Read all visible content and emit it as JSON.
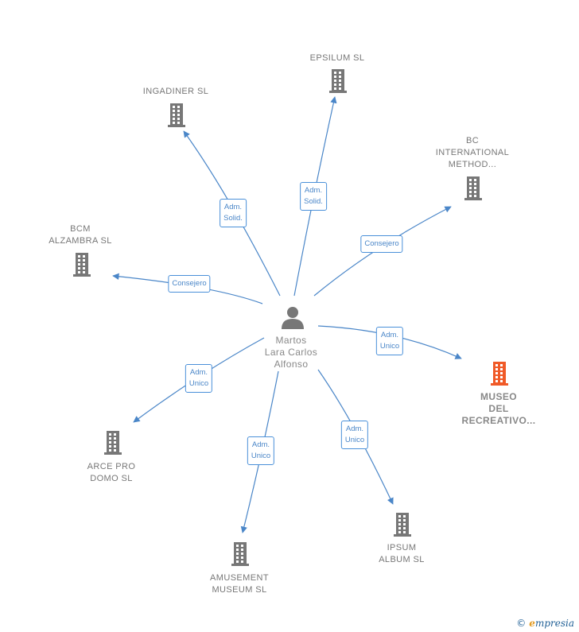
{
  "center": {
    "label": "Martos\nLara Carlos\nAlfonso"
  },
  "companies": [
    {
      "id": "epsilum",
      "label": "EPSILUM  SL",
      "highlight": false
    },
    {
      "id": "ingadiner",
      "label": "INGADINER  SL",
      "highlight": false
    },
    {
      "id": "bc-international",
      "label": "BC\nINTERNATIONAL\nMETHOD...",
      "highlight": false
    },
    {
      "id": "bcm-alzambra",
      "label": "BCM\nALZAMBRA  SL",
      "highlight": false
    },
    {
      "id": "museo-recreativo",
      "label": "MUSEO\nDEL\nRECREATIVO...",
      "highlight": true
    },
    {
      "id": "arce-pro-domo",
      "label": "ARCE PRO\nDOMO  SL",
      "highlight": false
    },
    {
      "id": "amusement-museum",
      "label": "AMUSEMENT\nMUSEUM  SL",
      "highlight": false
    },
    {
      "id": "ipsum-album",
      "label": "IPSUM\nALBUM  SL",
      "highlight": false
    }
  ],
  "relations": [
    {
      "target": "epsilum",
      "label": "Adm.\nSolid."
    },
    {
      "target": "ingadiner",
      "label": "Adm.\nSolid."
    },
    {
      "target": "bc-international",
      "label": "Consejero"
    },
    {
      "target": "bcm-alzambra",
      "label": "Consejero"
    },
    {
      "target": "museo-recreativo",
      "label": "Adm.\nUnico"
    },
    {
      "target": "arce-pro-domo",
      "label": "Adm.\nUnico"
    },
    {
      "target": "amusement-museum",
      "label": "Adm.\nUnico"
    },
    {
      "target": "ipsum-album",
      "label": "Adm.\nUnico"
    }
  ],
  "colors": {
    "edge": "#4a86c8",
    "building": "#777777",
    "building_highlight": "#f05a28",
    "person": "#777777"
  },
  "footer": {
    "copyright": "©",
    "brand_initial": "e",
    "brand_rest": "mpresia"
  }
}
